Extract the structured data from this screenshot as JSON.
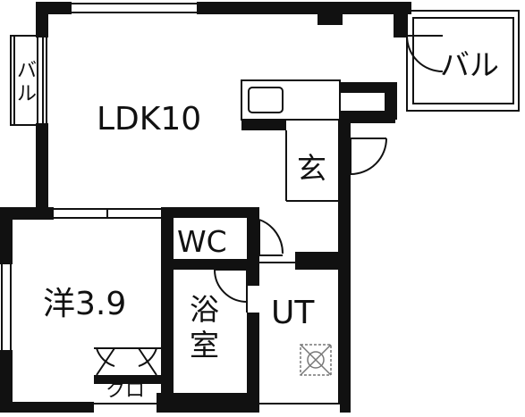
{
  "rooms": {
    "ldk": "LDK10",
    "western": "洋3.9",
    "entrance": "玄",
    "wc": "WC",
    "bath_line1": "浴",
    "bath_line2": "室",
    "utility": "UT",
    "closet": "クロ",
    "balcony_right": "バル",
    "balcony_left_line1": "バ",
    "balcony_left_line2": "ル"
  },
  "colors": {
    "wall": "#111111",
    "background": "#ffffff"
  }
}
